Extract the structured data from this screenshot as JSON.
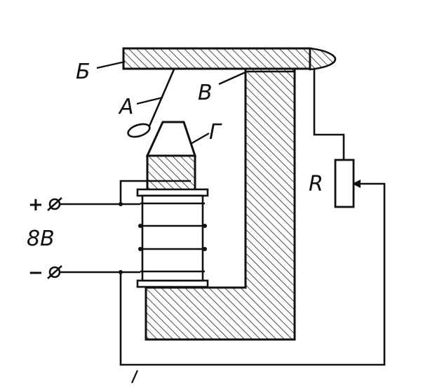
{
  "diagram": {
    "labels": {
      "beam": "Б",
      "spring": "А",
      "contact": "В",
      "core": "Г",
      "resistor": "R",
      "voltage": "8В",
      "plus": "+",
      "minus": "−"
    },
    "colors": {
      "ink": "#111111",
      "paper": "#ffffff"
    }
  }
}
